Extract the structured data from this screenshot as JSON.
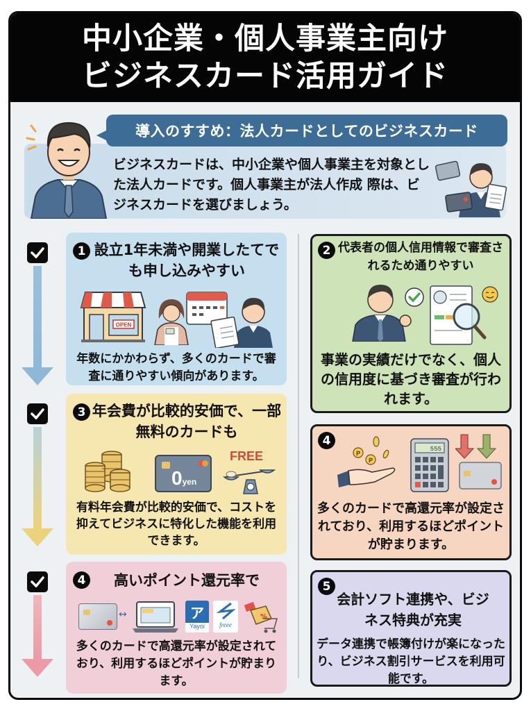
{
  "header": {
    "title_line1": "中小企業・個人事業主向け",
    "title_line2": "ビジネスカード活用ガイド"
  },
  "intro": {
    "heading": "導入のすすめ：法人カードとしてのビジネスカード",
    "text": "ビジネスカードは、中小企業や個人事業主を対象とした法人カードです。個人事業主が法人作成 際は、ビジネスカードを選びましょう。",
    "icons": [
      "smiling-businessman",
      "businessman-holding-cards-and-document"
    ]
  },
  "left_column": [
    {
      "number": "1",
      "title": "設立1年未満や開業したてでも申し込みやすい",
      "body": "年数にかかわらず、多くのカードで審査に通りやすい傾向があります。",
      "bg_color": "#c6dfef",
      "arrow_color": "#8fb8d8",
      "icons": [
        "shop-open-sign",
        "woman-holding-card",
        "calendar",
        "businessman-with-clipboard"
      ],
      "shop_sign": "OPEN"
    },
    {
      "number": "3",
      "title": "年会費が比較的安価で、一部無料のカードも",
      "body": "有料年会費が比較的安価で、コストを抑えてビジネスに特化した機能を利用できます。",
      "bg_color": "#f6e6b0",
      "arrow_color": "#ecd27a",
      "icons": [
        "coin-stacks",
        "credit-card",
        "balance-scale"
      ],
      "card_amount": "0",
      "card_unit": "yen",
      "free_label": "FREE"
    },
    {
      "number": "4",
      "title": "高いポイント還元率で",
      "body": "多くのカードで高還元率が設定されており、利用するほどポイントが貯まります。",
      "bg_color": "#f1cfd9",
      "arrow_color": "#ec9aa5",
      "icons": [
        "credit-card",
        "sync-arrow",
        "laptop",
        "yayoi-logo",
        "freee-logo",
        "discount-cart"
      ],
      "yayoi_glyph": "ア",
      "yayoi_label": "Yayoi",
      "freee_label": "freee",
      "discount_label": "%"
    }
  ],
  "right_column": [
    {
      "number": "2",
      "title": "代表者の個人信用情報で審査されるため通りやすい",
      "body": "事業の実績だけでなく、個人の信用度に基づき審査が行われます。",
      "bg_color": "#cfe3b9",
      "icons": [
        "businessman",
        "check-bubble",
        "profile-document",
        "magnifying-glass",
        "smiley"
      ]
    },
    {
      "number": "4",
      "body": "多くのカードで高還元率が設定されており、利用するほどポイントが貯まります。",
      "bg_color": "#f6d5c1",
      "icons": [
        "hand-with-point-coins",
        "calculator",
        "down-arrows",
        "credit-card"
      ],
      "calc_display": "555",
      "coin_letter": "P"
    },
    {
      "number": "5",
      "title": "会計ソフト連携や、ビジネス特典が充実",
      "body": "データ連携で帳簿付けが楽になったり、ビジネス割引サービスを利用可能です。",
      "bg_color": "#dad8ee"
    }
  ],
  "colors": {
    "header_bg": "#050505",
    "bubble_bg": "#3d6c97",
    "frame_bg": "#eef1f4"
  }
}
